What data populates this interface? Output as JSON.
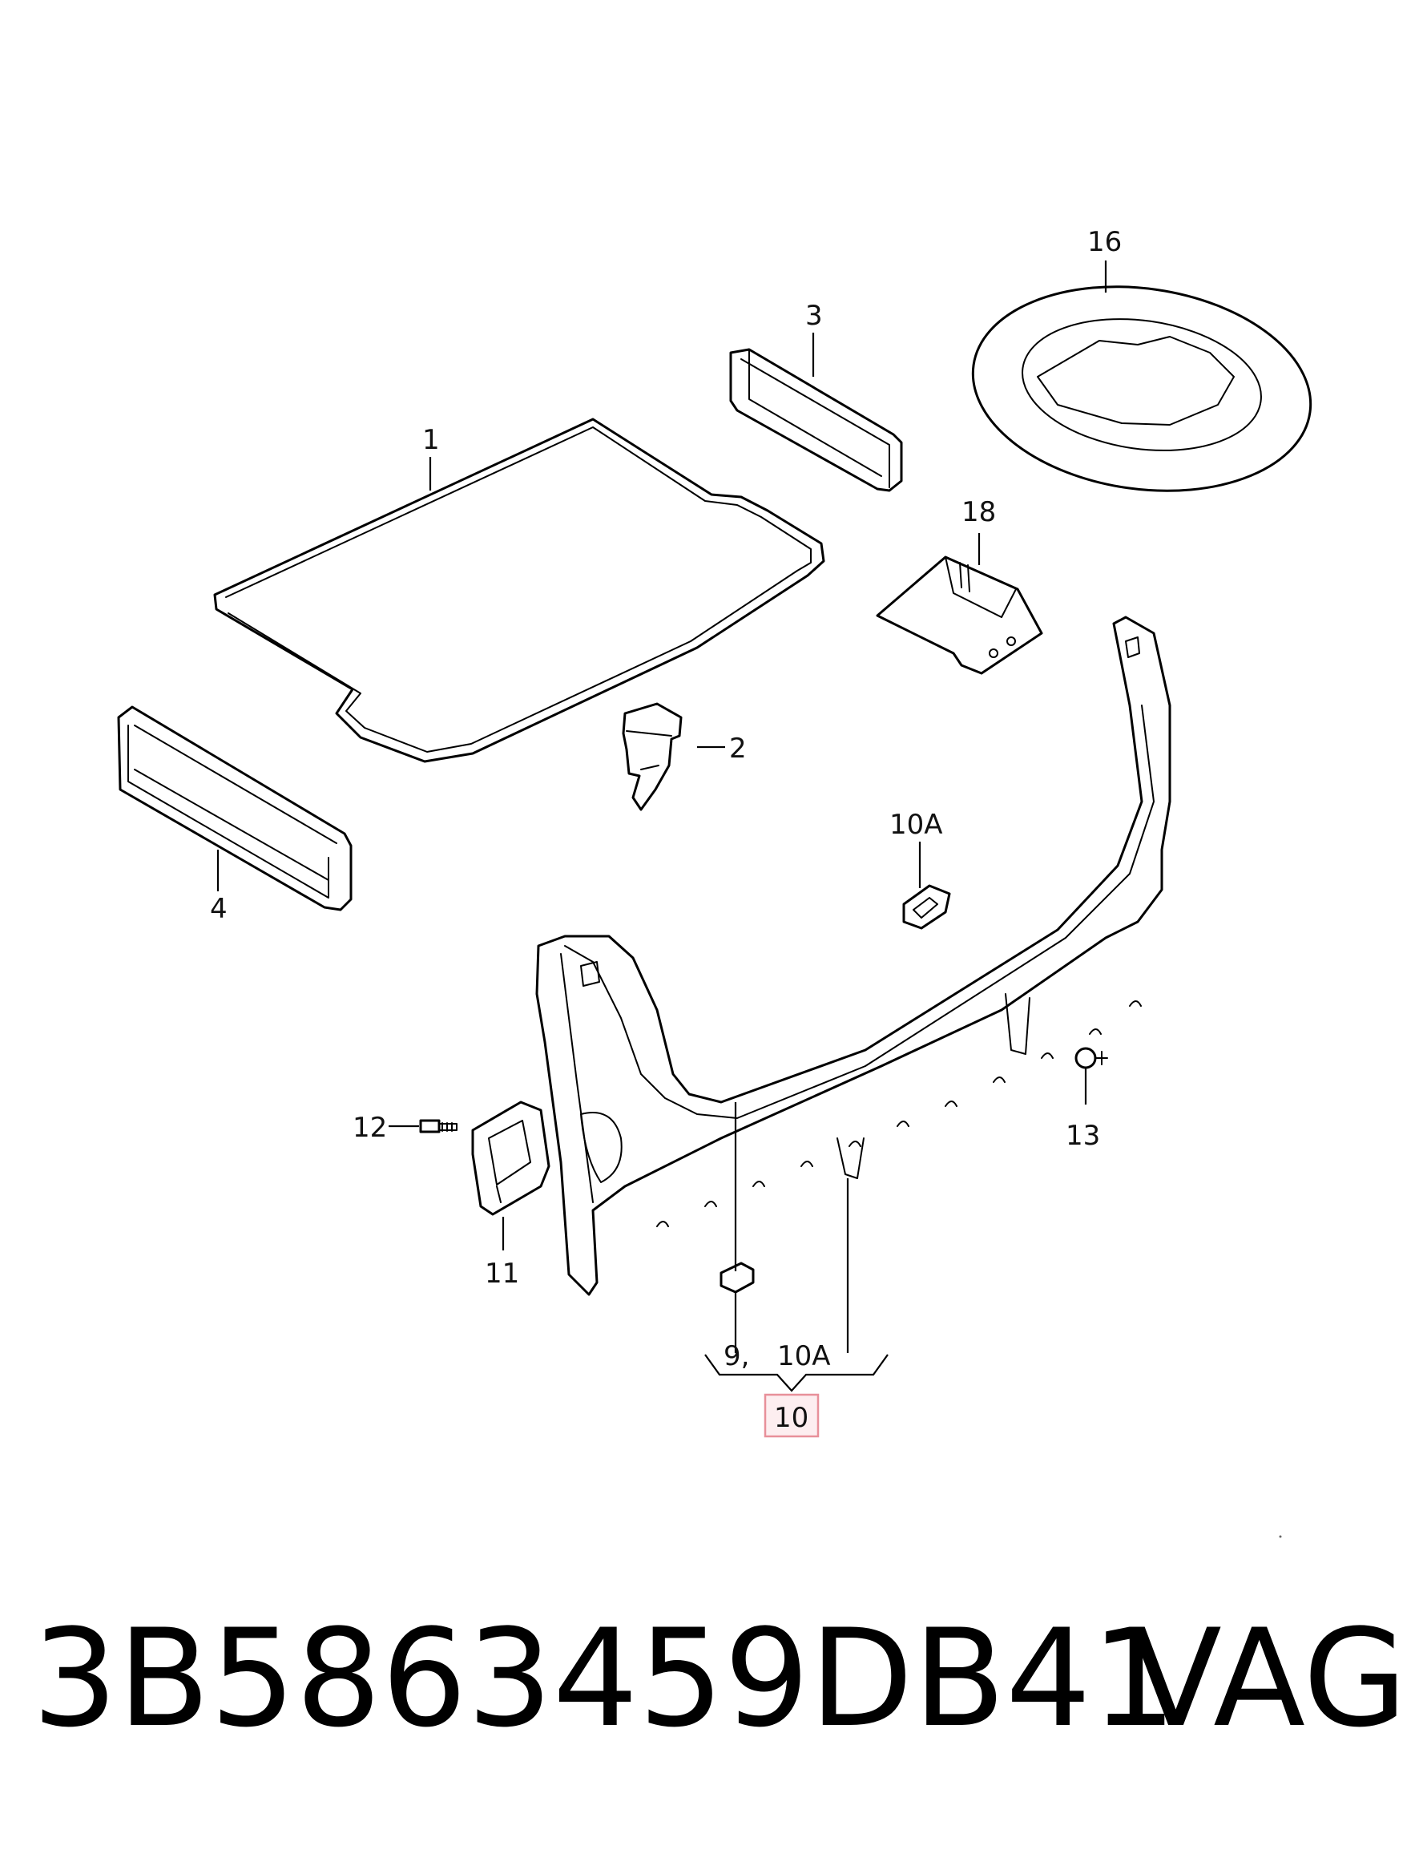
{
  "labels": {
    "p1": "1",
    "p2": "2",
    "p3": "3",
    "p4": "4",
    "p9": "9,",
    "p10": "10",
    "p10a_top": "10A",
    "p10a_bottom": "10A",
    "p11": "11",
    "p12": "12",
    "p13": "13",
    "p16": "16",
    "p18": "18"
  },
  "highlight": {
    "part": "10",
    "border_color": "#e8909a",
    "fill_color": "#fdeef0"
  },
  "footer": {
    "part_number": "3B5863459DB41",
    "brand": "VAG"
  }
}
